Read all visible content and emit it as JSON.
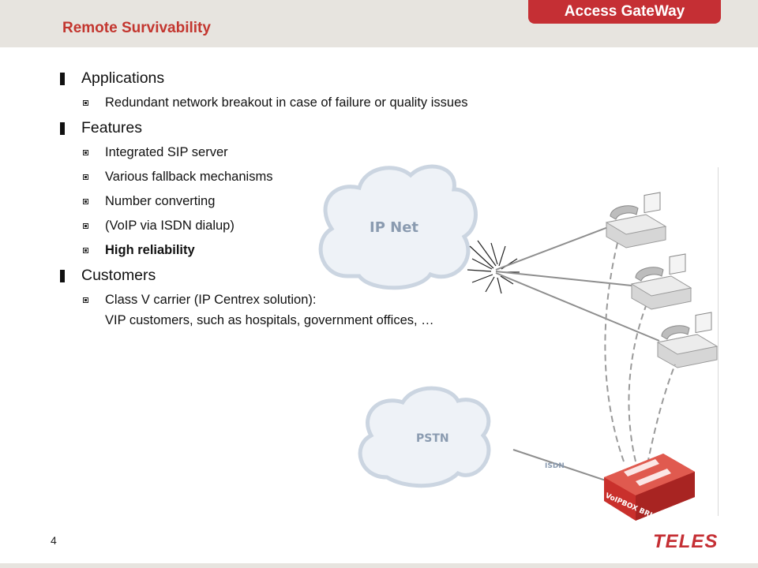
{
  "header": {
    "section_title": "Remote Survivability",
    "brand_tab": "Access GateWay"
  },
  "bullets": [
    {
      "label": "Applications",
      "sub": [
        "Redundant network breakout in case of failure or quality issues"
      ]
    },
    {
      "label": "Features",
      "sub": [
        "Integrated SIP server",
        "Various fallback mechanisms",
        "Number converting",
        "(VoIP via ISDN dialup)",
        "High reliability"
      ]
    },
    {
      "label": "Customers",
      "sub": [
        "Class V carrier (IP Centrex solution):"
      ],
      "continuation": "VIP customers, such as hospitals, government offices, …"
    }
  ],
  "diagram": {
    "cloud_top": "IP Net",
    "cloud_bottom": "PSTN",
    "link_label": "ISDN",
    "device_label": "VoIPBOX BRI"
  },
  "footer": {
    "page_number": "4",
    "logo": "TELES"
  },
  "colors": {
    "accent": "#c52f34",
    "header_band": "#e7e4df",
    "cloud_fill": "#eef2f7",
    "cloud_stroke": "#cbd5e1"
  }
}
